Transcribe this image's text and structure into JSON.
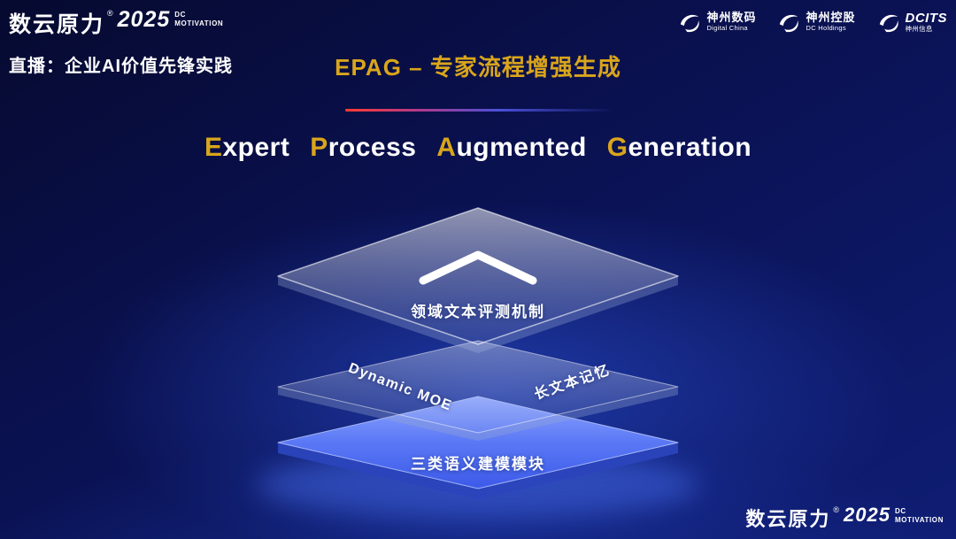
{
  "colors": {
    "gold": "#D9A51C",
    "background_deep": "#070B33",
    "background_glow": "#2D55E1",
    "layer_blue": "#4263EA",
    "divider_red": "#FF3B30",
    "white": "#FFFFFF"
  },
  "header": {
    "brand": {
      "name": "数云原力",
      "reg": "®",
      "year": "2025",
      "suffix_line1": "DC",
      "suffix_line2": "MOTIVATION"
    },
    "live_label": "直播：企业AI价值先锋实践",
    "title": "EPAG – 专家流程增强生成",
    "partner_logos": [
      {
        "icon": "swoosh-icon",
        "name": "神州数码",
        "sub": "Digital China"
      },
      {
        "icon": "swoosh-icon",
        "name": "神州控股",
        "sub": "DC Holdings"
      },
      {
        "icon": "swoosh-icon",
        "name": "DCITS",
        "sub": "神州信息"
      }
    ]
  },
  "main": {
    "subtitle_words": [
      {
        "cap": "E",
        "rest": "xpert"
      },
      {
        "cap": "P",
        "rest": "rocess"
      },
      {
        "cap": "A",
        "rest": "ugmented"
      },
      {
        "cap": "G",
        "rest": "eneration"
      }
    ],
    "layers": {
      "top": {
        "label": "领域文本评测机制",
        "icon": "chevron-up-icon"
      },
      "middle": {
        "left": "Dynamic MOE",
        "right": "长文本记忆"
      },
      "bottom": {
        "label": "三类语义建模模块"
      }
    }
  },
  "footer": {
    "brand": {
      "name": "数云原力",
      "reg": "®",
      "year": "2025",
      "suffix_line1": "DC",
      "suffix_line2": "MOTIVATION"
    }
  }
}
